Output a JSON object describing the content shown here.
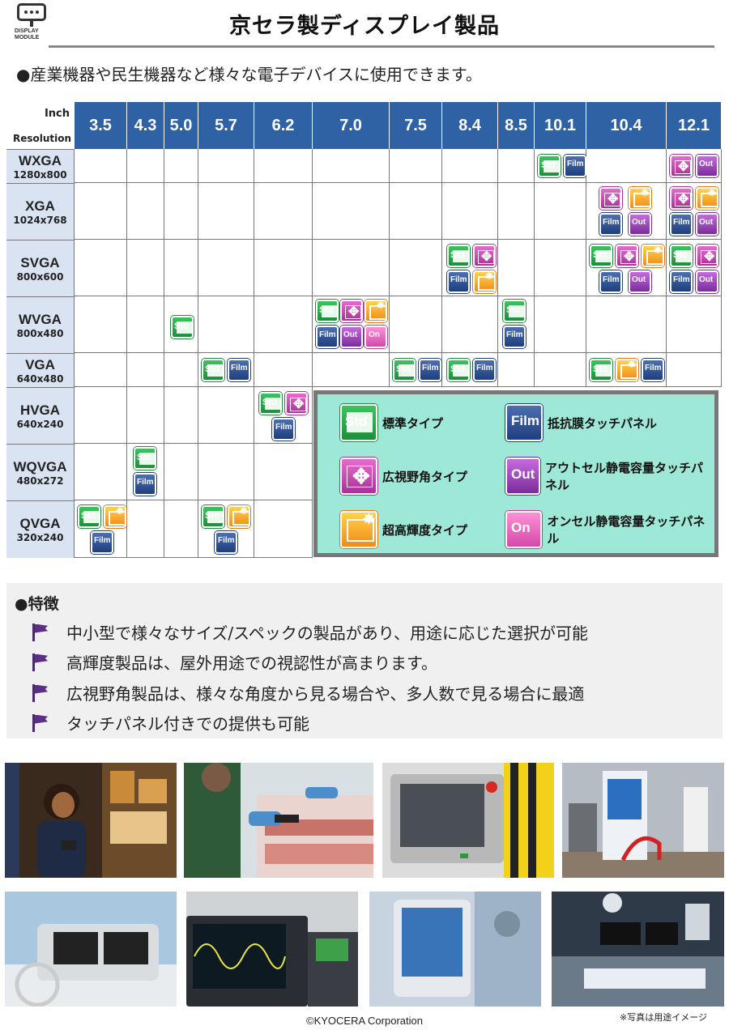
{
  "header": {
    "logo_text_1": "DISPLAY",
    "logo_text_2": "MODULE",
    "title": "京セラ製ディスプレイ製品"
  },
  "intro": "●産業機器や民生機器など様々な電子デバイスに使用できます。",
  "table": {
    "corner_inch": "Inch",
    "corner_resolution": "Resolution",
    "sizes": [
      "3.5",
      "4.3",
      "5.0",
      "5.7",
      "6.2",
      "7.0",
      "7.5",
      "8.4",
      "8.5",
      "10.1",
      "10.4",
      "12.1"
    ],
    "rows": [
      {
        "name": "WXGA",
        "res": "1280x800"
      },
      {
        "name": "XGA",
        "res": "1024x768"
      },
      {
        "name": "SVGA",
        "res": "800x600"
      },
      {
        "name": "WVGA",
        "res": "800x480"
      },
      {
        "name": "VGA",
        "res": "640x480"
      },
      {
        "name": "HVGA",
        "res": "640x240"
      },
      {
        "name": "WQVGA",
        "res": "480x272"
      },
      {
        "name": "QVGA",
        "res": "320x240"
      }
    ],
    "icon_text": {
      "std": "Std",
      "film": "Film",
      "out": "Out",
      "on": "On",
      "wide": "✥",
      "bright": "✸"
    }
  },
  "legend": [
    {
      "type": "std",
      "label": "標準タイプ"
    },
    {
      "type": "film",
      "label": "抵抗膜タッチパネル"
    },
    {
      "type": "wide",
      "label": "広視野角タイプ"
    },
    {
      "type": "out",
      "label": "アウトセル静電容量タッチパネル"
    },
    {
      "type": "bright",
      "label": "超高輝度タイプ"
    },
    {
      "type": "on",
      "label": "オンセル静電容量タッチパネル"
    }
  ],
  "features": {
    "title": "●特徴",
    "items": [
      "中小型で様々なサイズ/スペックの製品があり、用途に応じた選択が可能",
      "高輝度製品は、屋外用途での視認性が高まります。",
      "広視野角製品は、様々な角度から見る場合や、多人数で見る場合に最適",
      "タッチパネル付きでの提供も可能"
    ]
  },
  "colors": {
    "header_blue": "#2e62a4",
    "row_header": "#d9e3f1",
    "legend_bg": "#9ee8d8"
  },
  "footer": "©KYOCERA Corporation",
  "note": "※写真は用途イメージ"
}
